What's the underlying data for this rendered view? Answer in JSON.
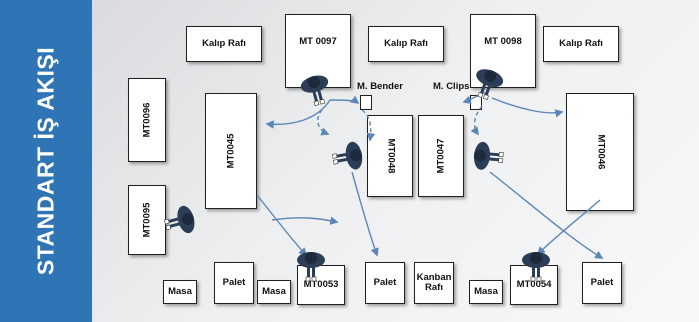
{
  "sidebar": {
    "title": "STANDART İŞ AKIŞI"
  },
  "labels": {
    "kalip_rafi_1": "Kalıp Rafı",
    "mt0097": "MT 0097",
    "kalip_rafi_2": "Kalıp Rafı",
    "mt0098": "MT 0098",
    "kalip_rafi_3": "Kalıp Rafı",
    "mt0096": "MT0096",
    "mt0045": "MT0045",
    "m_bender": "M. Bender",
    "m_clips": "M. Clips",
    "mt0048": "MT0048",
    "mt0047": "MT0047",
    "mt0046": "MT0046",
    "mt0095": "MT0095",
    "palet_1": "Palet",
    "masa_1": "Masa",
    "masa_2": "Masa",
    "mt0053": "MT0053",
    "palet_2": "Palet",
    "kanban_rafi_line1": "Kanban",
    "kanban_rafi_line2": "Rafı",
    "masa_3": "Masa",
    "mt0054": "MT0054",
    "palet_3": "Palet"
  },
  "colors": {
    "sidebar": "#2f74b5",
    "flow_arrow": "#5b86b8",
    "operator_body": "#2c3e57"
  },
  "icons": {
    "operator": "operator-figure-icon",
    "flow": "flow-arrow"
  }
}
